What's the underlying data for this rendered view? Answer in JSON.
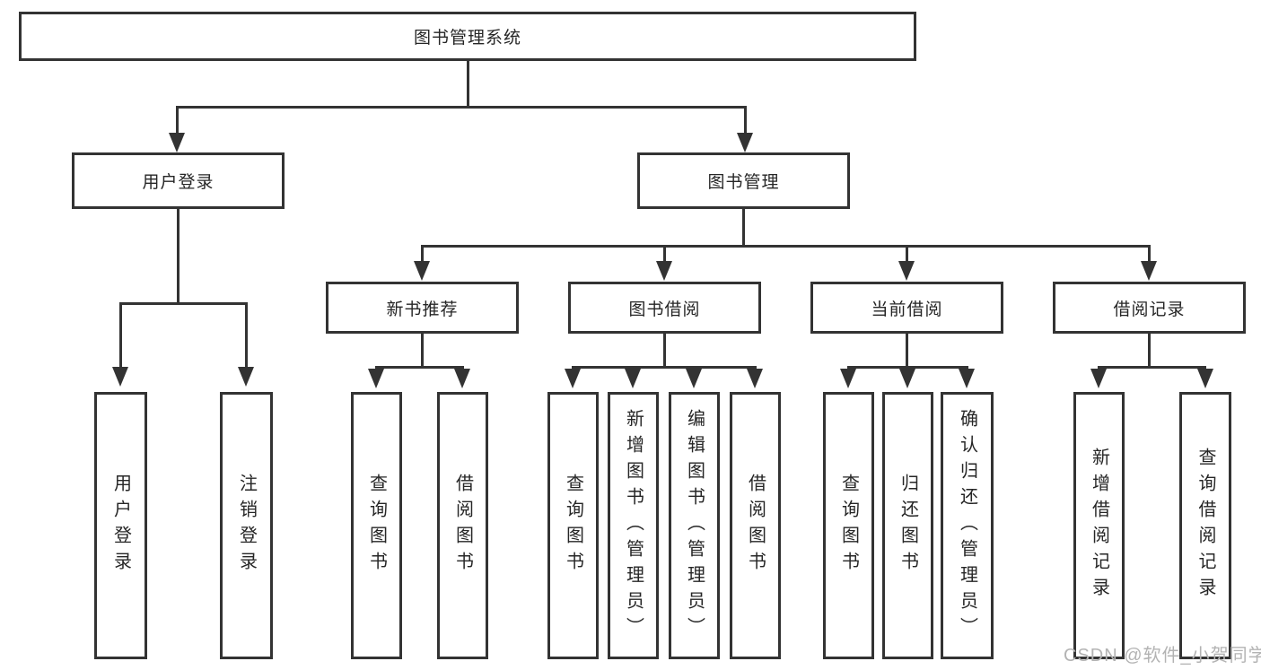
{
  "title": "图书管理系统",
  "branches": {
    "user_login": {
      "label": "用户登录",
      "children": [
        "用户登录",
        "注销登录"
      ]
    },
    "book_mgmt": {
      "label": "图书管理",
      "children": {
        "new_books": {
          "label": "新书推荐",
          "children": [
            "查询图书",
            "借阅图书"
          ]
        },
        "book_borrow": {
          "label": "图书借阅",
          "children": [
            "查询图书",
            "新增图书（管理员）",
            "编辑图书（管理员）",
            "借阅图书"
          ]
        },
        "current_borrow": {
          "label": "当前借阅",
          "children": [
            "查询图书",
            "归还图书",
            "确认归还（管理员）"
          ]
        },
        "borrow_records": {
          "label": "借阅记录",
          "children": [
            "新增借阅记录",
            "查询借阅记录"
          ]
        }
      }
    }
  },
  "watermark": "CSDN @软件_小贺同学",
  "colors": {
    "line": "#333333",
    "text": "#262626",
    "watermark": "#b3b3b3",
    "background": "#ffffff"
  }
}
